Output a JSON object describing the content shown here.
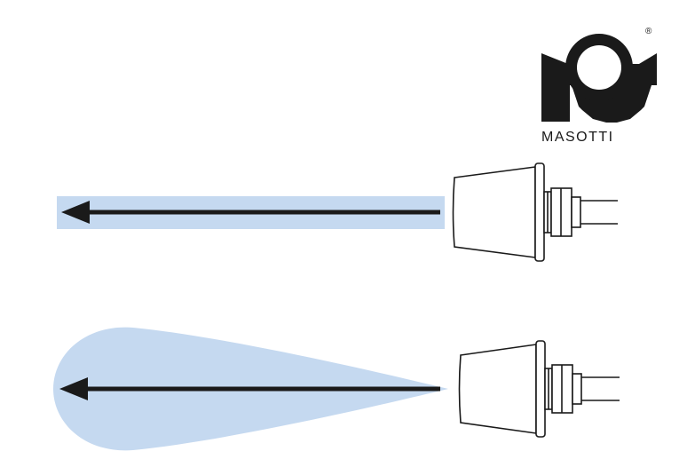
{
  "logo": {
    "brand": "MASOTTI",
    "registered_mark": "®",
    "icon": "masotti-logo-icon"
  },
  "diagram": {
    "beam_color": "#c5d9f0",
    "arrow_color": "#1a1a1a",
    "outline_color": "#1a1a1a",
    "panels": [
      {
        "id": "narrow-beam",
        "beam_shape": "rectangle",
        "icon": "light-fixture-icon"
      },
      {
        "id": "wide-beam",
        "beam_shape": "teardrop",
        "icon": "light-fixture-icon"
      }
    ]
  }
}
